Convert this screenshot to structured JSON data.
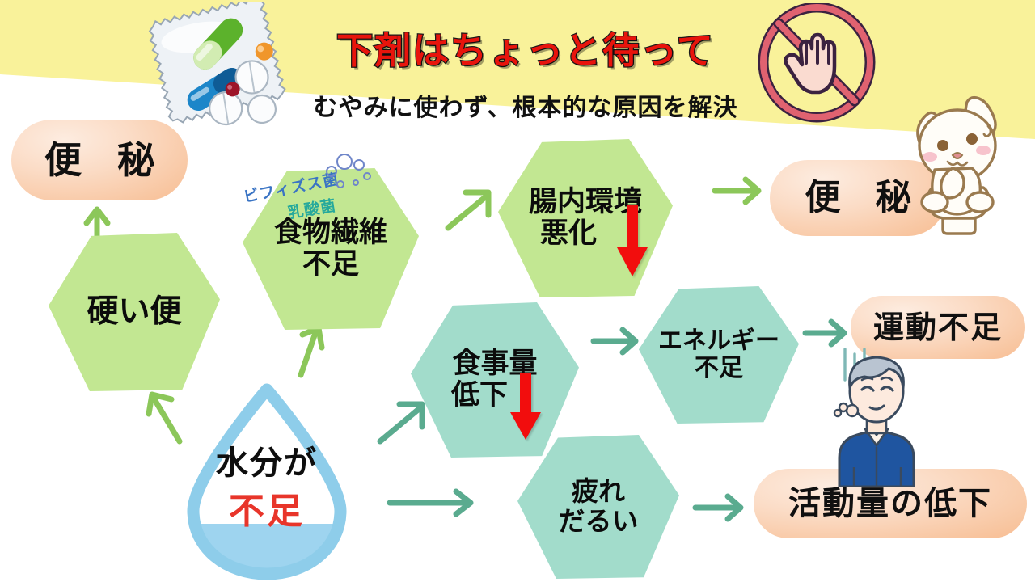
{
  "page": {
    "title": "下剤はちょっと待って",
    "subtitle": "むやみに使わず、根本的な原因を解決"
  },
  "colors": {
    "band_yellow": "#f9f29a",
    "title_red": "#e8140c",
    "node_orange": "#f7bd92",
    "node_green": "#c2e792",
    "node_mint": "#a2dccb",
    "arrow_green": "#8cc75a",
    "arrow_teal": "#5aab8f",
    "arrow_red": "#e8140c",
    "drop_blue": "#8ecdea",
    "bifidus_blue": "#3a74c4",
    "lactic_teal": "#26a99c",
    "shirt_blue": "#1f55a0"
  },
  "nodes": [
    {
      "id": "constipation-left",
      "label": "便 秘",
      "shape": "pill",
      "color": "orange"
    },
    {
      "id": "hard-stool",
      "label": "硬い便",
      "shape": "hex",
      "color": "green"
    },
    {
      "id": "fiber-deficiency",
      "label": "食物繊維\n不足",
      "line1": "食物繊維",
      "line2": "不足",
      "shape": "hex",
      "color": "green"
    },
    {
      "id": "gut-worsening",
      "line1": "腸内環境",
      "line2": "悪化",
      "shape": "hex",
      "color": "green",
      "red_arrow": true
    },
    {
      "id": "constipation-right",
      "label": "便 秘",
      "shape": "pill",
      "color": "orange"
    },
    {
      "id": "meal-decrease",
      "line1": "食事量",
      "line2": "低下",
      "shape": "hex",
      "color": "mint",
      "red_arrow": true
    },
    {
      "id": "energy-deficiency",
      "line1": "エネルギー",
      "line2": "不足",
      "shape": "hex",
      "color": "mint"
    },
    {
      "id": "lack-of-exercise",
      "label": "運動不足",
      "shape": "pill",
      "color": "orange"
    },
    {
      "id": "fatigue",
      "line1": "疲れ",
      "line2": "だるい",
      "shape": "hex",
      "color": "mint"
    },
    {
      "id": "activity-decrease",
      "label": "活動量の低下",
      "shape": "pill",
      "color": "orange"
    },
    {
      "id": "water-shortage",
      "line1": "水分が",
      "line2": "不足",
      "shape": "drop"
    }
  ],
  "annotations": {
    "bifidus": "ビフィズス菌",
    "lactic_acid": "乳酸菌"
  },
  "illustrations": [
    {
      "name": "medicine-packet",
      "desc": "pill packet with capsules and tablets"
    },
    {
      "name": "no-hand-sign",
      "desc": "prohibition sign with raised hand"
    },
    {
      "name": "rabbit-on-toilet",
      "desc": "cartoon rabbit sitting on a toilet"
    },
    {
      "name": "tired-elderly-man",
      "desc": "elderly man in blue shirt looking tired"
    }
  ],
  "flow": {
    "edges": [
      {
        "from": "hard-stool",
        "to": "constipation-left",
        "color": "green"
      },
      {
        "from": "water-shortage",
        "to": "hard-stool",
        "color": "green"
      },
      {
        "from": "water-shortage",
        "to": "fiber-deficiency",
        "color": "green"
      },
      {
        "from": "fiber-deficiency",
        "to": "gut-worsening",
        "color": "green"
      },
      {
        "from": "gut-worsening",
        "to": "constipation-right",
        "color": "green"
      },
      {
        "from": "water-shortage",
        "to": "meal-decrease",
        "color": "teal"
      },
      {
        "from": "meal-decrease",
        "to": "energy-deficiency",
        "color": "teal"
      },
      {
        "from": "energy-deficiency",
        "to": "lack-of-exercise",
        "color": "teal"
      },
      {
        "from": "water-shortage",
        "to": "fatigue",
        "color": "teal"
      },
      {
        "from": "fatigue",
        "to": "activity-decrease",
        "color": "teal"
      }
    ]
  }
}
